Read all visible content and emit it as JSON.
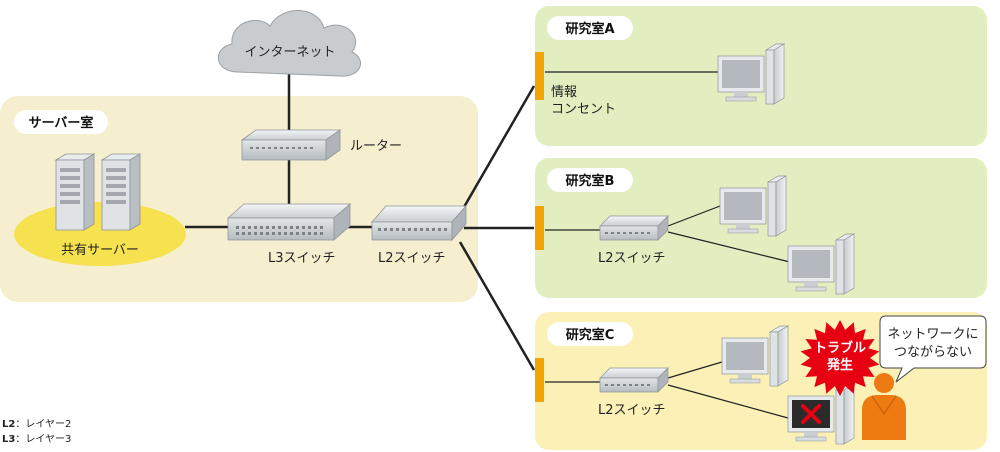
{
  "colors": {
    "server_zone": "#f5efcf",
    "lab_green": "#e2edc0",
    "lab_yellow": "#fbf1b7",
    "server_ellipse": "#f6e24e",
    "outlet": "#f0a500",
    "alert_red": "#e60012",
    "person": "#ee7a12",
    "cross": "#e60012"
  },
  "cloud": {
    "label": "インターネット"
  },
  "server_room": {
    "title": "サーバー室",
    "servers_label": "共有サーバー"
  },
  "router": {
    "label": "ルーター"
  },
  "l3_switch": {
    "label": "L3スイッチ"
  },
  "l2_switch_main": {
    "label": "L2スイッチ"
  },
  "lab_a": {
    "title": "研究室A",
    "outlet_label_1": "情報",
    "outlet_label_2": "コンセント"
  },
  "lab_b": {
    "title": "研究室B",
    "switch_label": "L2スイッチ"
  },
  "lab_c": {
    "title": "研究室C",
    "switch_label": "L2スイッチ"
  },
  "trouble": {
    "line1": "トラブル",
    "line2": "発生"
  },
  "speech": {
    "line1": "ネットワークに",
    "line2": "つながらない"
  },
  "legend": {
    "items": [
      {
        "key": "L2",
        "value": "：レイヤー2"
      },
      {
        "key": "L3",
        "value": "：レイヤー3"
      }
    ]
  }
}
